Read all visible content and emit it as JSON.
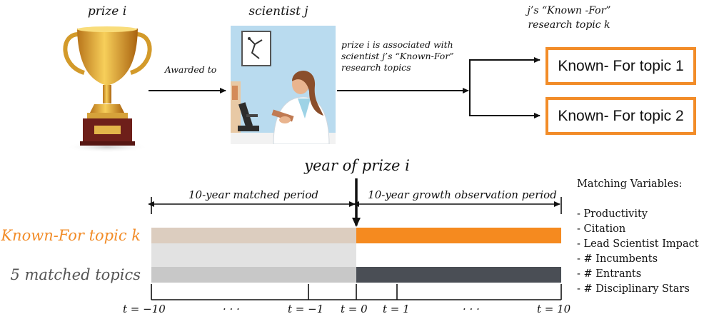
{
  "top": {
    "prize_label": "prize i",
    "scientist_label": "scientist j",
    "awarded_to": "Awarded to",
    "association_text": [
      "prize i is associated with",
      "scientist j’s “Known-For”",
      "research topics"
    ],
    "known_for_header": [
      "j’s “Known -For”",
      "research topic k"
    ],
    "topics": [
      "Known- For topic 1",
      "Known- For topic 2"
    ]
  },
  "timeline": {
    "year_label": "year of prize i",
    "matched_period": "10-year matched period",
    "growth_period": "10-year growth observation period",
    "row_labels": {
      "known_for": "Known-For topic k",
      "matched": "5 matched topics"
    },
    "ticks": [
      "t = −10",
      "· · ·",
      "t = −1",
      "t = 0",
      "t = 1",
      "· · ·",
      "t = 10"
    ]
  },
  "matching": {
    "title": "Matching Variables:",
    "items": [
      "- Productivity",
      "- Citation",
      "- Lead Scientist Impact",
      "- # Incumbents",
      "- # Entrants",
      "- # Disciplinary Stars"
    ]
  },
  "colors": {
    "accent_orange": "#f28c28",
    "beige": "#dccdbf",
    "light_gray": "#e2e2e2",
    "mid_gray": "#c8c8c8",
    "dark_slate": "#4a4e55"
  }
}
